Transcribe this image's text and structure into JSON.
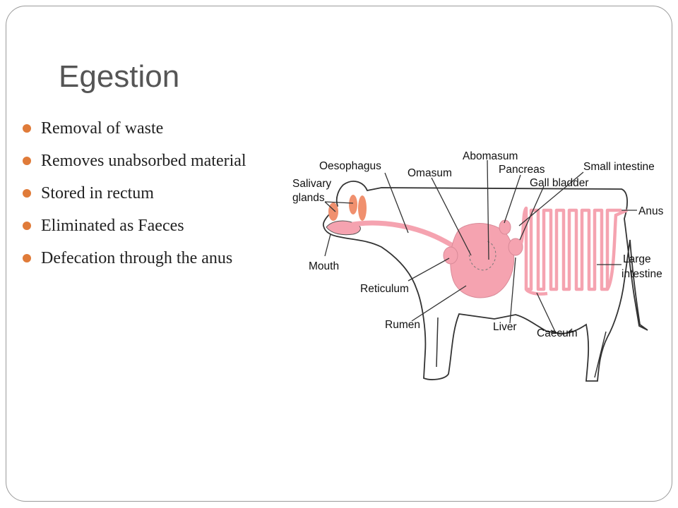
{
  "slide": {
    "title": "Egestion",
    "bullets": [
      "Removal of waste",
      "Removes unabsorbed material",
      "Stored in rectum",
      "Eliminated as Faeces",
      "Defecation through the anus"
    ]
  },
  "diagram": {
    "labels": {
      "oesophagus": "Oesophagus",
      "abomasum": "Abomasum",
      "omasum": "Omasum",
      "pancreas": "Pancreas",
      "small_intestine": "Small intestine",
      "salivary_line1": "Salivary",
      "salivary_line2": "glands",
      "gall_bladder": "Gall bladder",
      "anus": "Anus",
      "mouth": "Mouth",
      "large_line1": "Large",
      "large_line2": "intestine",
      "reticulum": "Reticulum",
      "rumen": "Rumen",
      "liver": "Liver",
      "caecum": "Caecum"
    }
  },
  "colors": {
    "accent_bullet": "#e07b39",
    "organ_pink": "#f5a3b0",
    "gland_salmon": "#f0906e",
    "title_gray": "#555555"
  }
}
